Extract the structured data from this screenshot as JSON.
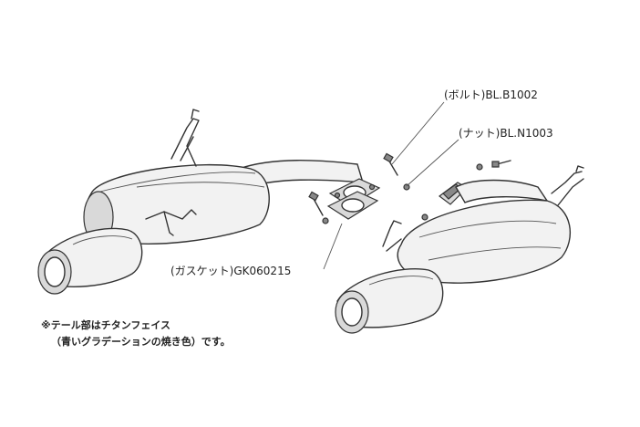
{
  "callouts": {
    "bolt": "(ボルト)BL.B1002",
    "nut": "(ナット)BL.N1003",
    "gasket": "(ガスケット)GK060215"
  },
  "note": {
    "line1": "※テール部はチタンフェイス",
    "line2": "（青いグラデーションの焼き色）です。"
  }
}
